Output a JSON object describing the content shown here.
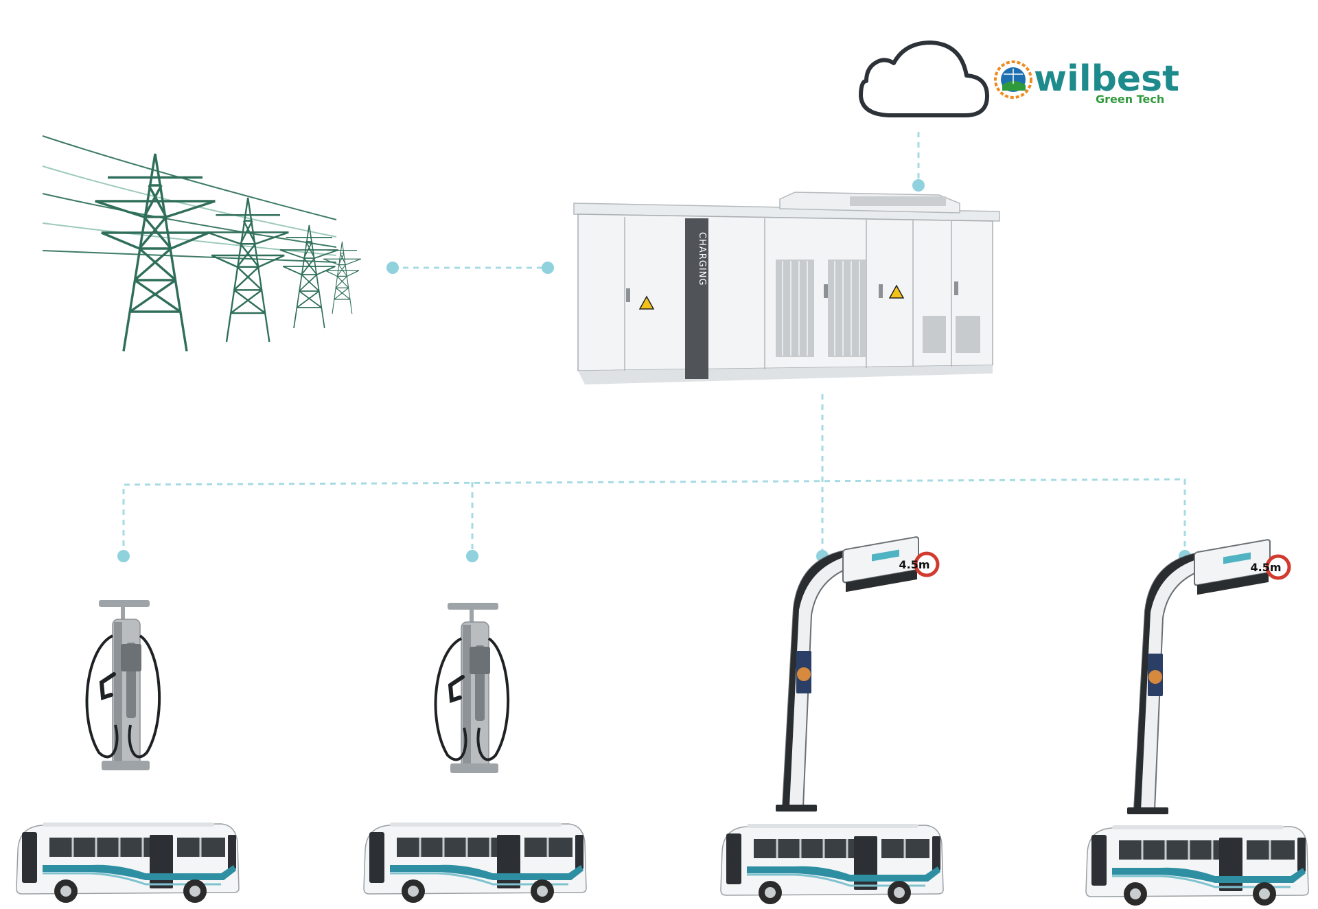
{
  "logo": {
    "word": "wilbest",
    "tagline": "Green Tech"
  },
  "cabinet": {
    "brand_label": "CHARGING",
    "panel_labels": [
      "",
      "",
      "",
      ""
    ],
    "footer_text": ""
  },
  "canopy_sign": {
    "height_limit": "4.5m"
  },
  "icons": [
    "cloud-icon",
    "power-tower-icon",
    "charging-cabinet",
    "dc-charger",
    "canopy-charger",
    "electric-bus"
  ],
  "colors": {
    "connector": "#a6dbe3",
    "connector_dot": "#8fd1dc",
    "tower": "#2f6e5a",
    "bus_stripe": "#2e8fa3",
    "logo_teal": "#1d8a8c",
    "logo_green": "#2f9a3c"
  }
}
